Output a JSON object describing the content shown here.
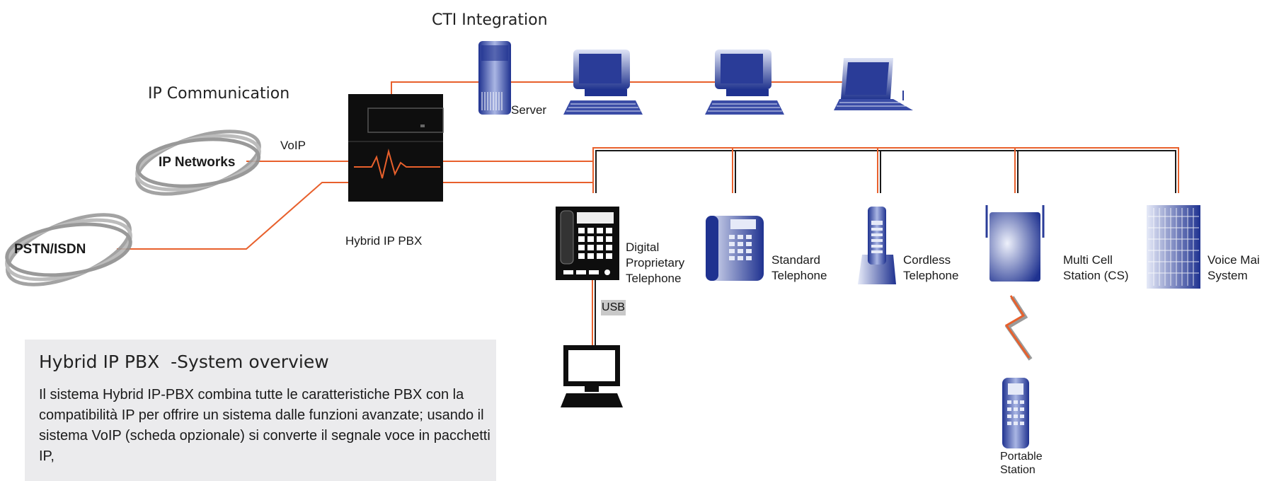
{
  "headings": {
    "cti": "CTI Integration",
    "ip_comm": "IP Communication"
  },
  "labels": {
    "server": "Server",
    "voip": "VoIP",
    "ip_networks": "IP Networks",
    "pstn": "PSTN/ISDN",
    "pbx": "Hybrid IP PBX",
    "digital_phone": "Digital\nProprietary\nTelephone",
    "standard_phone": "Standard\nTelephone",
    "cordless_phone": "Cordless\nTelephone",
    "multi_cell": "Multi Cell\nStation (CS)",
    "voice_mail": "Voice Mai\nSystem",
    "usb": "USB",
    "portable": "Portable\nStation"
  },
  "overview": {
    "title": "Hybrid IP PBX  -System overview",
    "body": "Il sistema Hybrid IP-PBX combina tutte le caratteristiche PBX con la compatibilità IP per offrire un sistema dalle funzioni avanzate; usando il sistema VoIP (scheda opzionale) si converte il segnale voce in pacchetti IP,"
  },
  "colors": {
    "line_orange": "#e8602c",
    "line_black": "#1a1a1a",
    "device_blue_dark": "#1c2f8c",
    "device_blue_light": "#c9d2ee",
    "ring_gray": "#9a9a9a",
    "panel_bg": "#ebebed"
  }
}
